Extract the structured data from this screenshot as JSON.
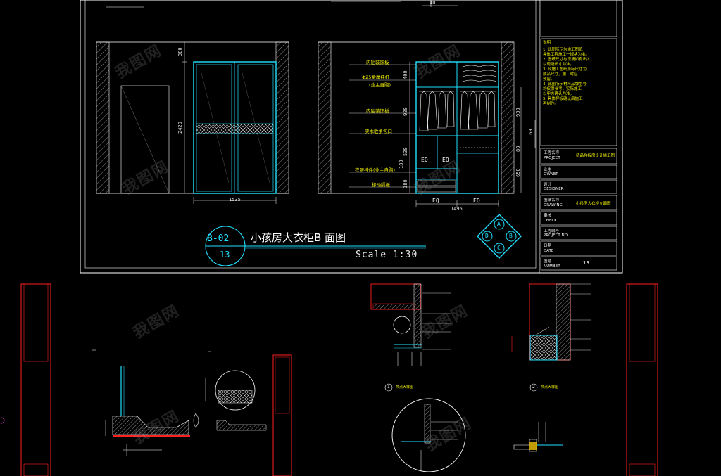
{
  "drawing": {
    "title": "小孩房大衣柜B 面图",
    "scale": "Scale 1:30",
    "tag_code": "B-02",
    "tag_sheet": "13",
    "compass": [
      "A",
      "B",
      "C",
      "D"
    ]
  },
  "left_elevation": {
    "dim_width": "1535",
    "dim_top": "380",
    "dim_height": "2420"
  },
  "right_elevation": {
    "dim_width": "1495",
    "eq_labels": [
      "EQ",
      "EQ"
    ],
    "eq_inner": [
      "EQ",
      "EQ"
    ],
    "dims_left": [
      "400",
      "930",
      "530",
      "180",
      "180"
    ],
    "dims_right": [
      "930",
      "160",
      "80",
      "650"
    ],
    "dim_top_small": "40",
    "callouts": [
      "内贴装饰板",
      "Φ25金属挂杆",
      "(业主自购)",
      "内贴装饰板",
      "实木收条包口",
      "衣服挂件(业主自购)",
      "移动隔板"
    ]
  },
  "notes": {
    "heading": "说明",
    "lines": [
      "1. 此图所示为施工图纸",
      "   具体工程施工一规格为准。",
      "2. 图纸尺寸与现场如有出入，",
      "   以现场尺寸为准。",
      "3. 凡施工图纸所标尺寸为",
      "   成品尺寸，施工时应",
      "   预留。",
      "4. 此图所示材料品牌型号",
      "   均仅供参考，实际施工",
      "   以甲方确认为准。",
      "5. 具体样板确认后施工",
      "   再制作。"
    ]
  },
  "title_block": {
    "rows": [
      {
        "label": "工程名称",
        "sub": "PROJECT",
        "value": "精品样板房设计施工图"
      },
      {
        "label": "业主",
        "sub": "OWNER",
        "value": ""
      },
      {
        "label": "设计",
        "sub": "DESIGNER",
        "value": ""
      },
      {
        "label": "图纸名称",
        "sub": "DRAWING",
        "value": "小孩房大衣柜立面图"
      },
      {
        "label": "审核",
        "sub": "CHECK",
        "value": ""
      },
      {
        "label": "工程编号",
        "sub": "PROJECT NO.",
        "value": ""
      },
      {
        "label": "日期",
        "sub": "DATE",
        "value": ""
      },
      {
        "label": "图号",
        "sub": "NUMBER",
        "value": "13"
      }
    ]
  },
  "detail_markers": [
    {
      "num": "1",
      "label": "节点大样图"
    },
    {
      "num": "2",
      "label": "节点大样图"
    }
  ],
  "watermark": "我图网",
  "colors": {
    "background": "#000000",
    "cyan": "#22e0ff",
    "yellow": "#f0f000",
    "red": "#ff2020",
    "white": "#ffffff",
    "magenta": "#ff40ff"
  }
}
